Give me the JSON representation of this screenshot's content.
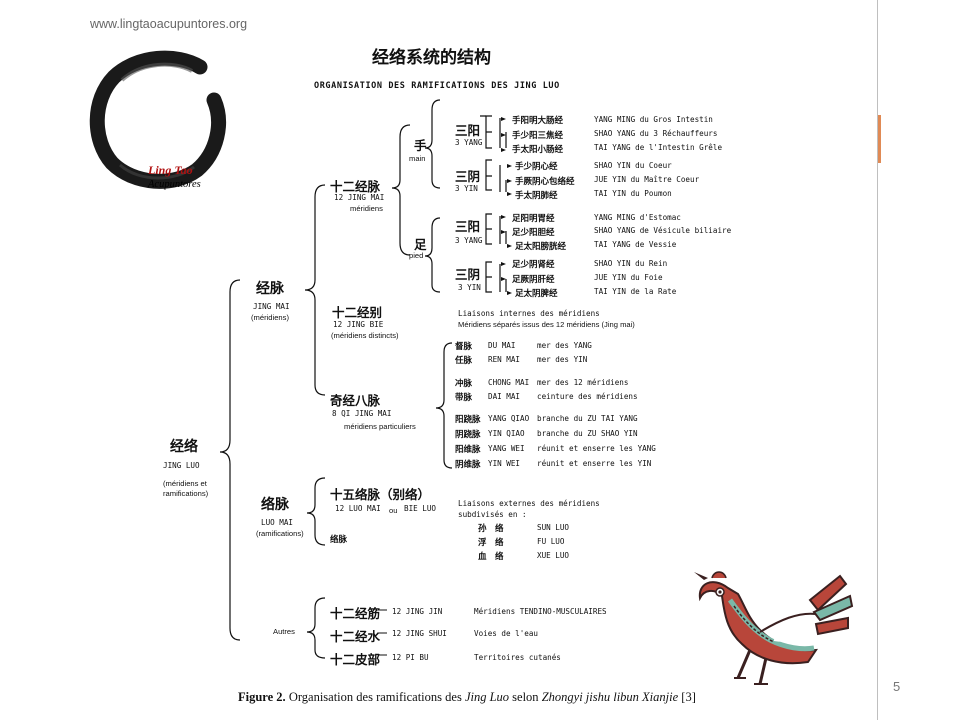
{
  "header": {
    "url": "www.lingtaoacupuntores.org"
  },
  "logo": {
    "name": "Ling Tao",
    "subtitle": "Acupuntores"
  },
  "diagram": {
    "title_cn": "经络系统的结构",
    "title_fr": "ORGANISATION DES RAMIFICATIONS DES JING LUO",
    "root": {
      "cn": "经络",
      "pinyin": "JING LUO",
      "desc1": "(méridiens et",
      "desc2": "ramifications)"
    },
    "jingmai": {
      "cn": "经脉",
      "pinyin": "JING MAI",
      "desc": "(méridiens)",
      "twelve": {
        "cn": "十二经脉",
        "pinyin": "12 JING MAI",
        "desc": "méridiens"
      },
      "hand": {
        "cn": "手",
        "fr": "main"
      },
      "foot": {
        "cn": "足",
        "fr": "pied"
      },
      "hand_yang": {
        "cn": "三阳",
        "sub": "3 YANG",
        "rows": [
          {
            "cn": "手阳明大肠经",
            "fr": "YANG MING du Gros Intestin"
          },
          {
            "cn": "手少阳三焦经",
            "fr": "SHAO YANG du 3 Réchauffeurs"
          },
          {
            "cn": "手太阳小肠经",
            "fr": "TAI YANG de l'Intestin Grêle"
          }
        ]
      },
      "hand_yin": {
        "cn": "三阴",
        "sub": "3 YIN",
        "rows": [
          {
            "cn": "手少阴心经",
            "fr": "SHAO YIN du Coeur"
          },
          {
            "cn": "手厥阴心包络经",
            "fr": "JUE YIN du Maître Coeur"
          },
          {
            "cn": "手太阴肺经",
            "fr": "TAI YIN du Poumon"
          }
        ]
      },
      "foot_yang": {
        "cn": "三阳",
        "sub": "3 YANG",
        "rows": [
          {
            "cn": "足阳明胃经",
            "fr": "YANG MING d'Estomac"
          },
          {
            "cn": "足少阳胆经",
            "fr": "SHAO YANG de Vésicule biliaire"
          },
          {
            "cn": "足太阳膀胱经",
            "fr": "TAI YANG de Vessie"
          }
        ]
      },
      "foot_yin": {
        "cn": "三阴",
        "sub": "3 YIN",
        "rows": [
          {
            "cn": "足少阴肾经",
            "fr": "SHAO YIN du Rein"
          },
          {
            "cn": "足厥阴肝经",
            "fr": "JUE YIN du Foie"
          },
          {
            "cn": "足太阴脾经",
            "fr": "TAI YIN de la Rate"
          }
        ]
      },
      "bie": {
        "cn": "十二经别",
        "pinyin": "12 JING BIE",
        "desc": "(méridiens distincts)",
        "note1": "Liaisons internes des méridiens",
        "note2": "Méridiens séparés issus des 12 méridiens (Jing mai)"
      },
      "qi": {
        "cn": "奇经八脉",
        "pinyin": "8 QI JING MAI",
        "desc": "méridiens particuliers",
        "rows": [
          {
            "cn": "督脉",
            "py": "DU MAI",
            "fr": "mer des YANG"
          },
          {
            "cn": "任脉",
            "py": "REN MAI",
            "fr": "mer des YIN"
          },
          {
            "cn": "冲脉",
            "py": "CHONG MAI",
            "fr": "mer des 12 méridiens"
          },
          {
            "cn": "带脉",
            "py": "DAI MAI",
            "fr": "ceinture des méridiens"
          },
          {
            "cn": "阳跷脉",
            "py": "YANG QIAO",
            "fr": "branche du ZU TAI YANG"
          },
          {
            "cn": "阴跷脉",
            "py": "YIN QIAO",
            "fr": "branche du ZU SHAO YIN"
          },
          {
            "cn": "阳维脉",
            "py": "YANG WEI",
            "fr": "réunit et enserre les YANG"
          },
          {
            "cn": "阴维脉",
            "py": "YIN WEI",
            "fr": "réunit et enserre les YIN"
          }
        ]
      }
    },
    "luomai": {
      "cn": "络脉",
      "pinyin": "LUO MAI",
      "desc": "(ramifications)",
      "fifteen": {
        "cn": "十五络脉（别络）",
        "pinyin": "12 LUO MAI",
        "ou": "ou",
        "pinyin2": "BIE LUO"
      },
      "luo": {
        "cn": "络脉"
      },
      "note1": "Liaisons externes des méridiens",
      "note2": "subdivisés en :",
      "subs": [
        {
          "cn": "孙　络",
          "py": "SUN LUO"
        },
        {
          "cn": "浮　络",
          "py": "FU LUO"
        },
        {
          "cn": "血　络",
          "py": "XUE LUO"
        }
      ]
    },
    "autres": {
      "label": "Autres",
      "rows": [
        {
          "cn": "十二经筋",
          "py": "12 JING JIN",
          "fr": "Méridiens TENDINO-MUSCULAIRES"
        },
        {
          "cn": "十二经水",
          "py": "12 JING SHUI",
          "fr": "Voies de l'eau"
        },
        {
          "cn": "十二皮部",
          "py": "12 PI BU",
          "fr": "Territoires cutanés"
        }
      ]
    },
    "caption": {
      "lead": "Figure 2.",
      "text1": " Organisation des ramifications des ",
      "it1": "Jing Luo",
      "text2": " selon ",
      "it2": "Zhongyi jishu libun Xianjie",
      "text3": " [3]"
    }
  },
  "footer": {
    "page_number": "5"
  }
}
